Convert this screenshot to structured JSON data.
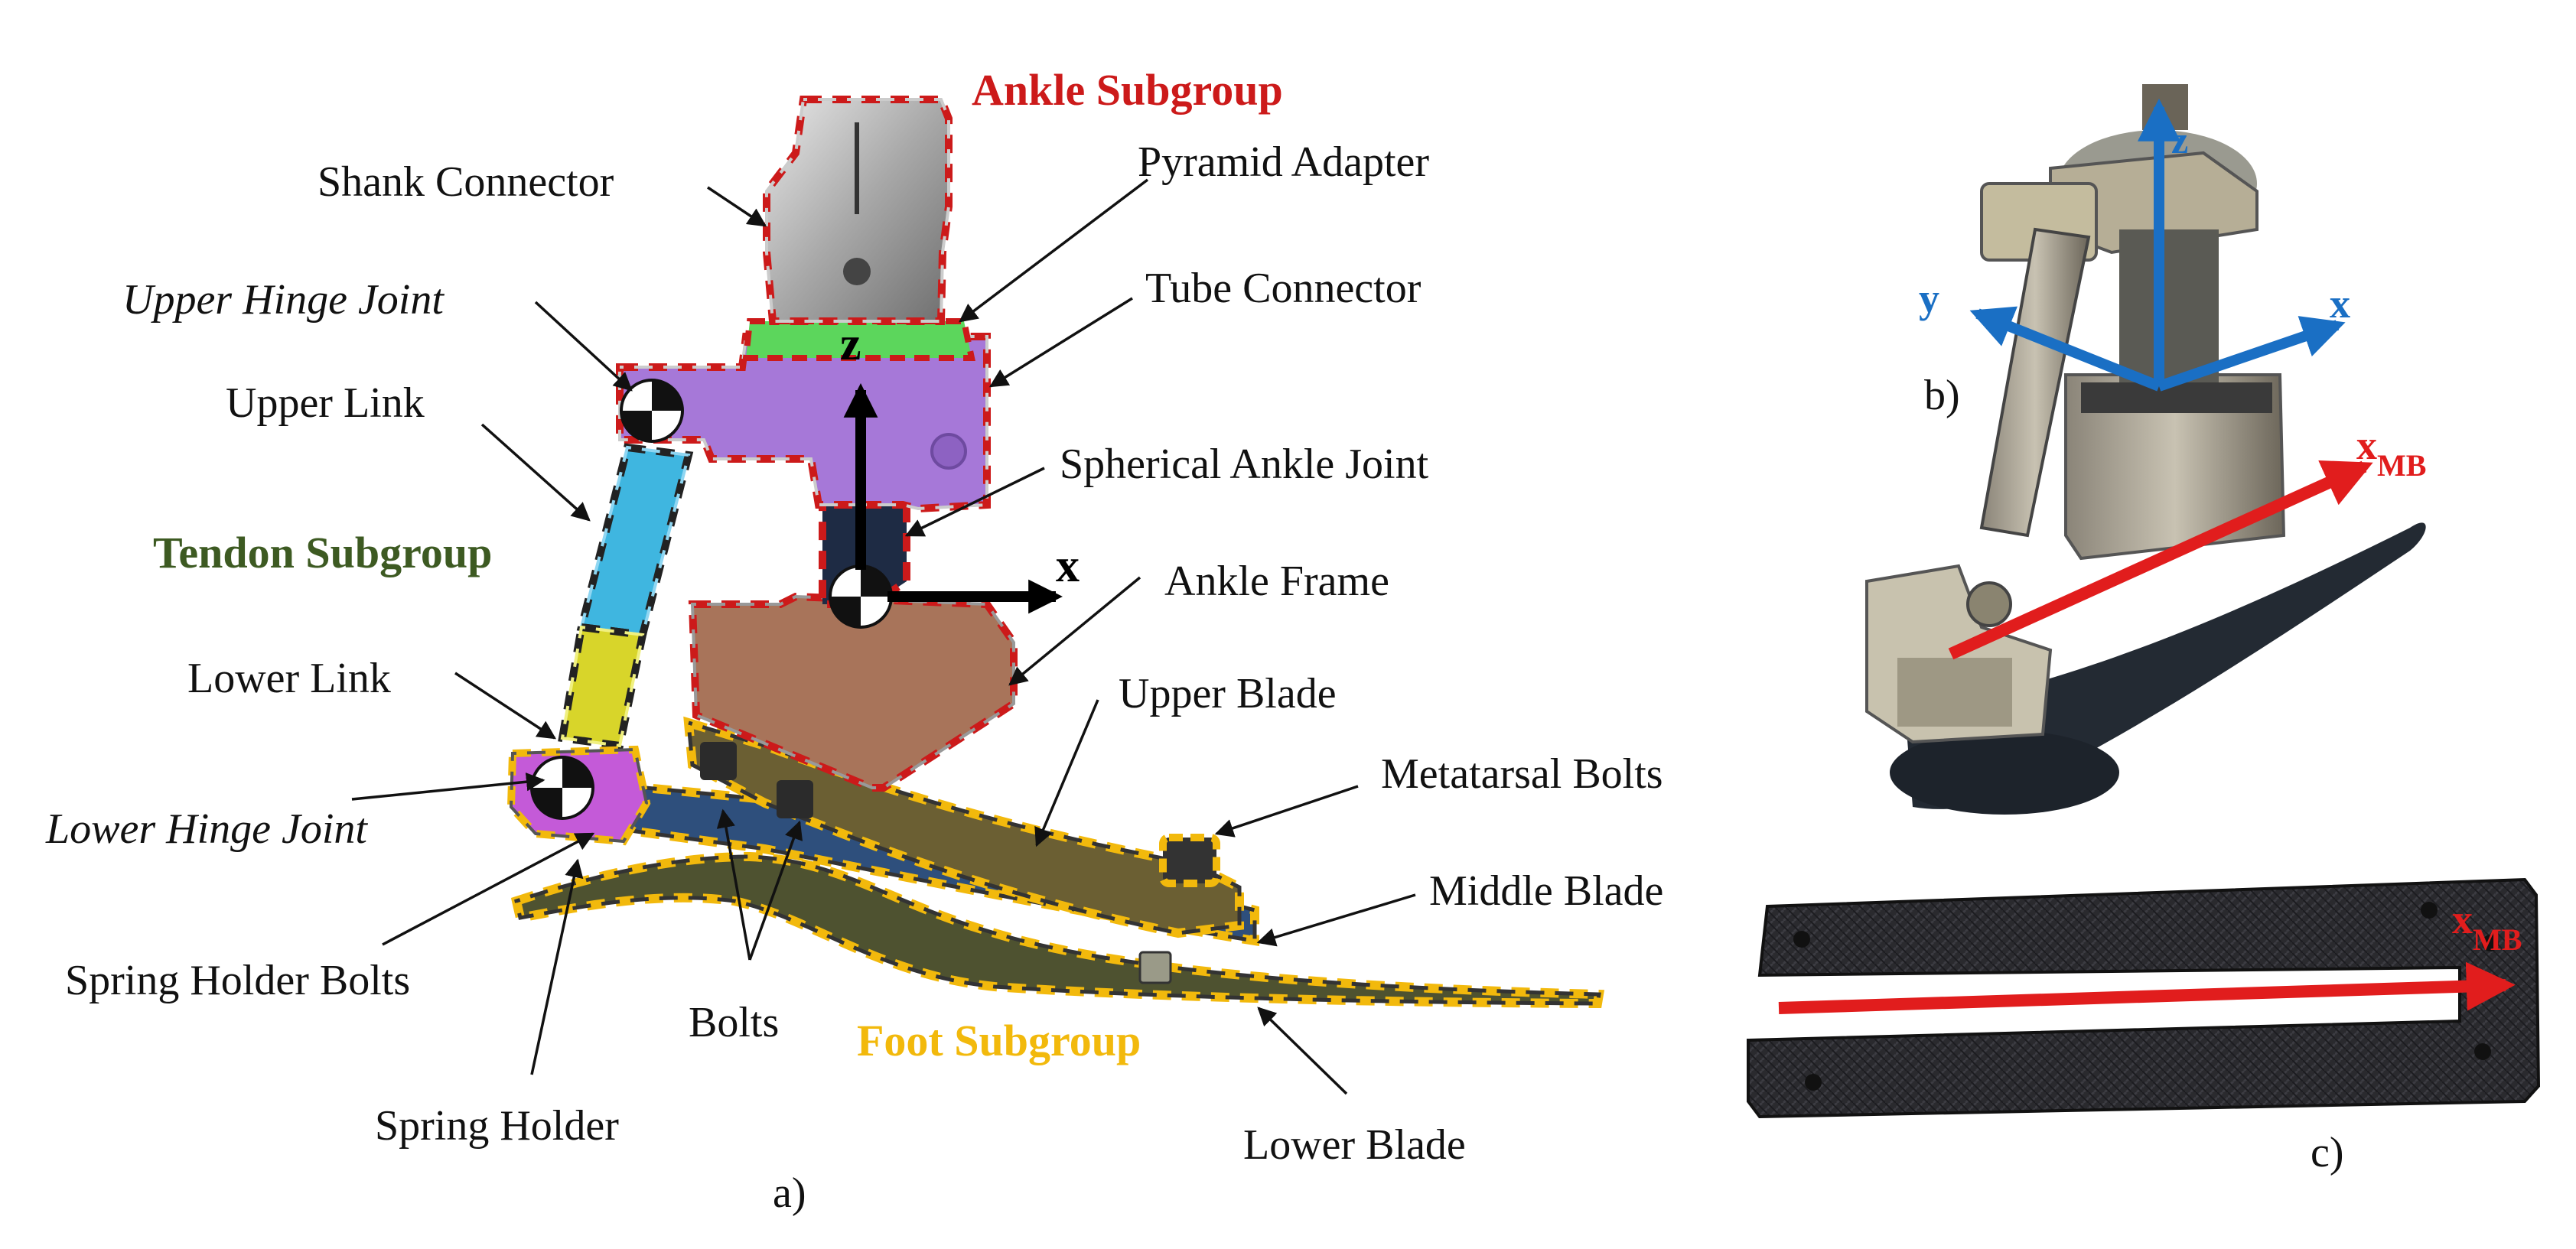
{
  "colors": {
    "ankle_group": "#cc1a1a",
    "tendon_group": "#3d5a22",
    "foot_group": "#f2b90c",
    "axis_blue": "#1a6fc4",
    "axis_red": "#e11d1d",
    "purple_part": "#a678d8",
    "green_part": "#5cd65c",
    "cyan_part": "#3fb6e0",
    "yellow_part": "#d8d52a",
    "magenta_part": "#c45ad8",
    "copper_part": "#a8745a",
    "blade_blue": "#2e4f7c",
    "blade_olive": "#5b5a2b"
  },
  "panel_a": {
    "groups": {
      "ankle": "Ankle Subgroup",
      "tendon": "Tendon Subgroup",
      "foot": "Foot Subgroup"
    },
    "labels": {
      "shank_connector": "Shank Connector",
      "pyramid_adapter": "Pyramid Adapter",
      "upper_hinge_joint": "Upper Hinge Joint",
      "tube_connector": "Tube Connector",
      "upper_link": "Upper Link",
      "spherical_ankle_joint": "Spherical Ankle Joint",
      "ankle_frame": "Ankle Frame",
      "lower_link": "Lower Link",
      "upper_blade": "Upper Blade",
      "metatarsal_bolts": "Metatarsal Bolts",
      "lower_hinge_joint": "Lower Hinge Joint",
      "middle_blade": "Middle Blade",
      "spring_holder_bolts": "Spring Holder Bolts",
      "bolts": "Bolts",
      "spring_holder": "Spring Holder",
      "lower_blade": "Lower Blade"
    },
    "axes": {
      "z": "z",
      "x": "x"
    },
    "caption": "a)"
  },
  "panel_b": {
    "axes": {
      "z": "z",
      "y": "y",
      "x": "x",
      "xmb_main": "x",
      "xmb_sub": "MB"
    },
    "caption": "b)"
  },
  "panel_c": {
    "axes": {
      "xmb_main": "x",
      "xmb_sub": "MB"
    },
    "caption": "c)"
  }
}
